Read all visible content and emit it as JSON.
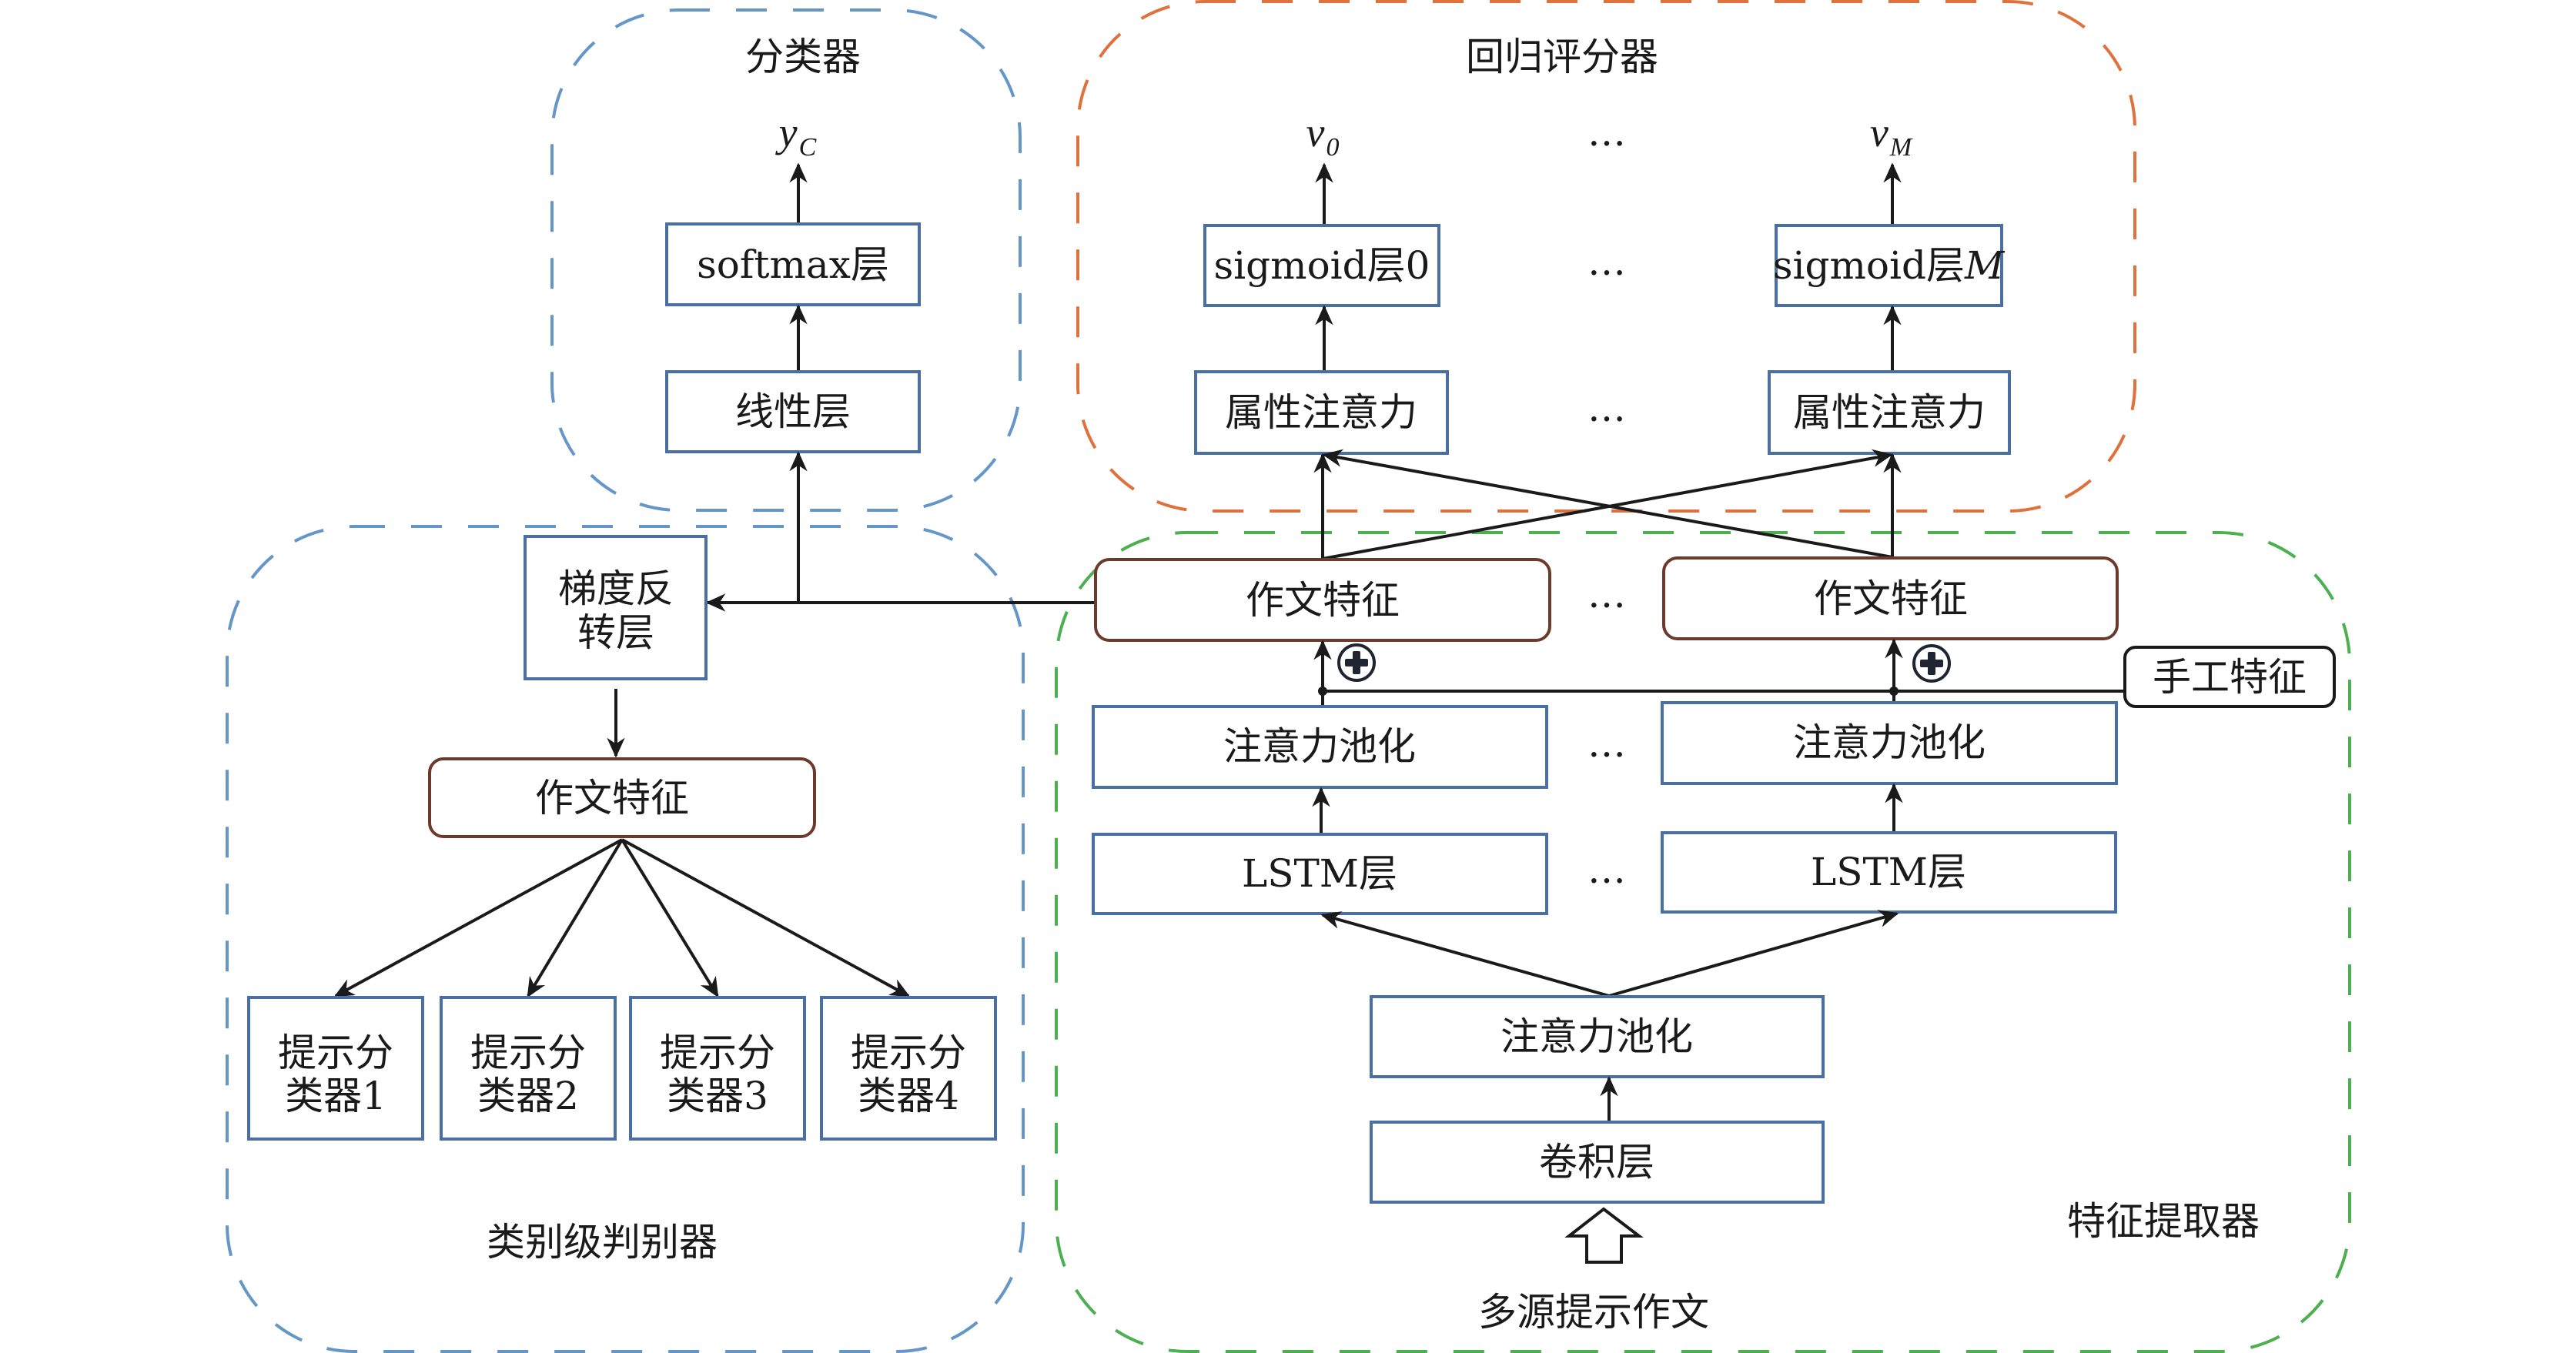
{
  "figure": {
    "modules": {
      "classifier": {
        "title": "分类器",
        "output": {
          "base": "y",
          "subscript": "C"
        },
        "softmax": "softmax层",
        "linear": "线性层"
      },
      "regressor": {
        "title": "回归评分器",
        "outputs": [
          {
            "base": "v",
            "subscript": "0"
          },
          {
            "base": "v",
            "subscript": "M"
          }
        ],
        "sigmoid": [
          {
            "text": "sigmoid层",
            "suffix": "0"
          },
          {
            "text": "sigmoid层",
            "suffix": "M"
          }
        ],
        "attribute_attention": [
          "属性注意力",
          "属性注意力"
        ],
        "ellipsis": "…"
      },
      "discriminator": {
        "title": "类别级判别器",
        "gradient_reversal": [
          "梯度反",
          "转层"
        ],
        "essay_feature": "作文特征",
        "prompt_classifiers": [
          [
            "提示分",
            "类器1"
          ],
          [
            "提示分",
            "类器2"
          ],
          [
            "提示分",
            "类器3"
          ],
          [
            "提示分",
            "类器4"
          ]
        ]
      },
      "feature_extractor": {
        "title": "特征提取器",
        "essay_features": [
          "作文特征",
          "作文特征"
        ],
        "handcrafted": "手工特征",
        "attention_pooling": [
          "注意力池化",
          "注意力池化"
        ],
        "lstm": [
          "LSTM层",
          "LSTM层"
        ],
        "shared_attention_pooling": "注意力池化",
        "convolution": "卷积层",
        "input": "多源提示作文",
        "ellipsis": "…"
      }
    },
    "colors": {
      "classifier_border": "#6496c8",
      "discriminator_border": "#6496c8",
      "regressor_border": "#e0703c",
      "extractor_border": "#4caf50",
      "layer_box": "#4a6fa5",
      "feature_box": "#6b3a2a"
    },
    "icons": {
      "concat": "plus-circle-icon",
      "input_arrow": "hollow-up-arrow-icon"
    }
  }
}
